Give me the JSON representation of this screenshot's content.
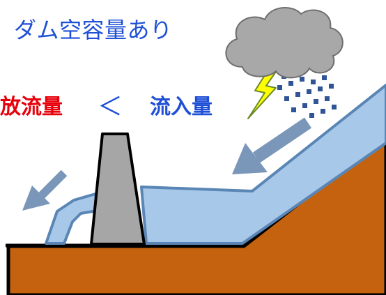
{
  "title": "ダム空容量あり",
  "outflow_label": "放流量",
  "comparison_symbol": "＜",
  "inflow_label": "流入量",
  "colors": {
    "title": "#1e4fd6",
    "outflow_label": "#e8000b",
    "inflow_label": "#1e4fd6",
    "water": "#a7c8e8",
    "water_edge": "#5a86b5",
    "ground": "#c5620f",
    "dam": "#a6a6a6",
    "cloud": "#a8a8a8",
    "rain": "#2f5597",
    "lightning": "#ffff00",
    "flow_arrow": "#7a96b8"
  },
  "icons": [
    "rain-cloud-icon",
    "lightning-icon",
    "rain-drops-icon",
    "flow-arrow-icon"
  ]
}
